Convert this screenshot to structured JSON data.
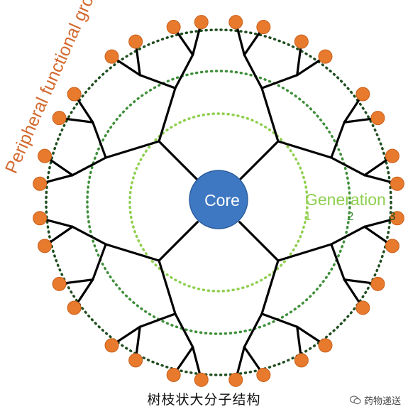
{
  "diagram": {
    "peripheral_label": "Peripheral functional groups",
    "core_label": "Core",
    "generation_title": "Generation",
    "generations": [
      {
        "label": "1",
        "color": "#8fcf4f"
      },
      {
        "label": "2",
        "color": "#3f8f3a"
      },
      {
        "label": "3",
        "color": "#1f4d1f"
      }
    ],
    "core_color": "#3f78c2",
    "end_group_color": "#e87a2e",
    "peripheral_label_color": "#d36a2f",
    "branch_color": "#000000"
  },
  "caption": "树枝状大分子结构",
  "watermark": {
    "icon": "wechat-icon",
    "text": "药物递送"
  }
}
